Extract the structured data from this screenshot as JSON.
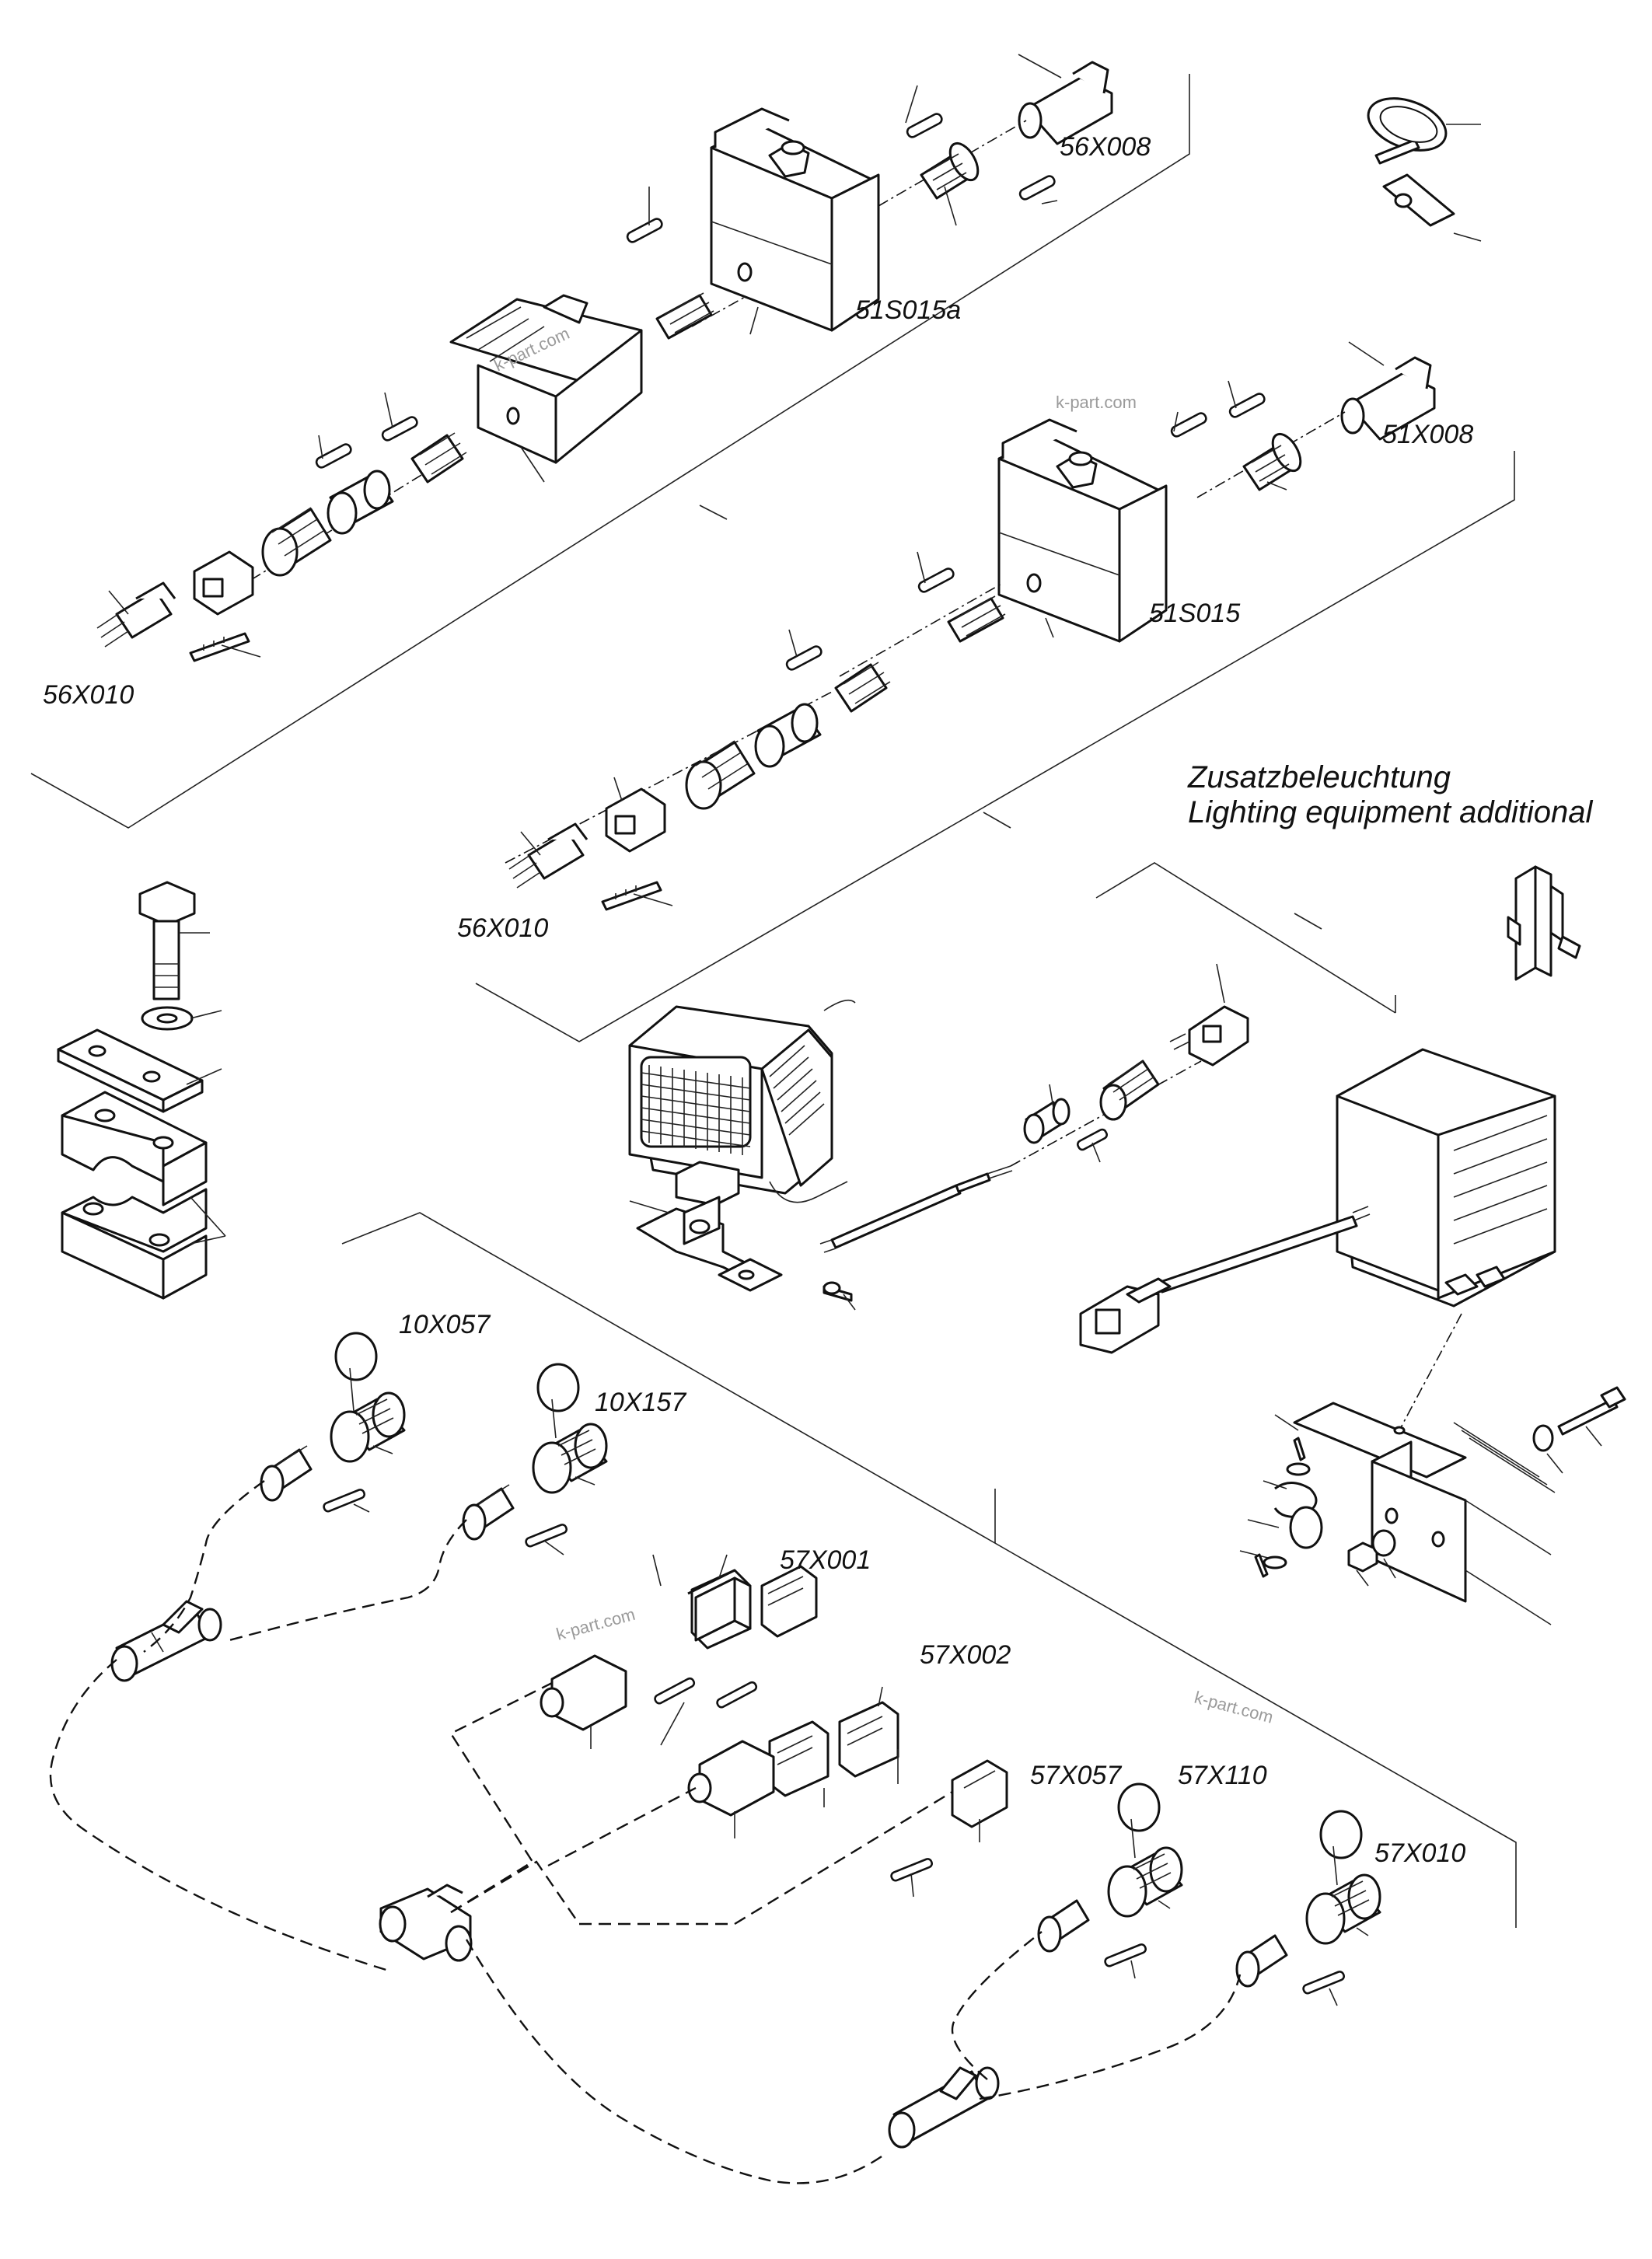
{
  "title": {
    "de": "Zusatzbeleuchtung",
    "en": "Lighting equipment additional"
  },
  "labels": {
    "l_56X008": "56X008",
    "l_51S015a": "51S015a",
    "l_56X010_top": "56X010",
    "l_51X008": "51X008",
    "l_51S015": "51S015",
    "l_56X010_mid": "56X010",
    "l_10X057": "10X057",
    "l_10X157": "10X157",
    "l_57X001": "57X001",
    "l_57X002": "57X002",
    "l_57X057": "57X057",
    "l_57X110": "57X110",
    "l_57X010": "57X010"
  },
  "watermarks": {
    "w1": "k-part.com",
    "w2": "k-part.com",
    "w3": "k-part.com",
    "w4": "k-part.com"
  }
}
